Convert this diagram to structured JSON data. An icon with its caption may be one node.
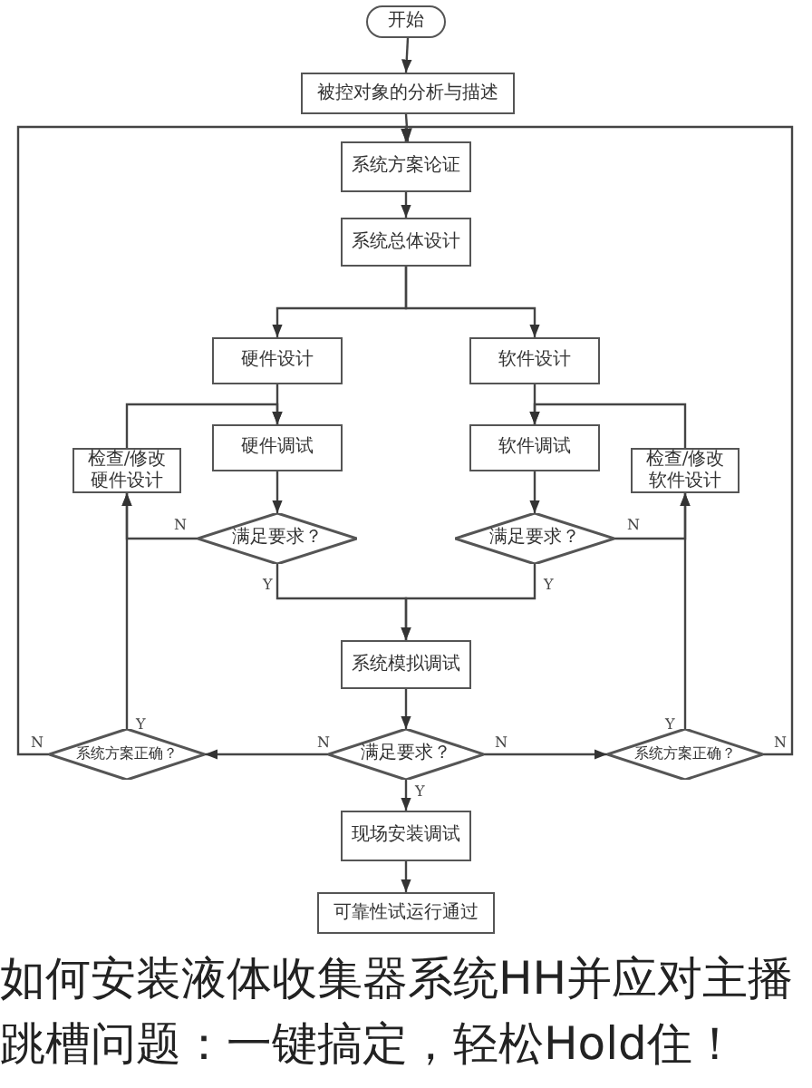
{
  "diagram": {
    "caption": "如何安装液体收集器系统HH并应对主播跳槽问题：一键搞定，轻松Hold住！",
    "nodes": [
      {
        "text": [
          "开始"
        ]
      },
      {
        "text": [
          "被控对象的分析与描述"
        ]
      },
      {
        "text": [
          "系统方案论证"
        ]
      },
      {
        "text": [
          "系统总体设计"
        ]
      },
      {
        "text": [
          "硬件设计"
        ]
      },
      {
        "text": [
          "软件设计"
        ]
      },
      {
        "text": [
          "硬件调试"
        ]
      },
      {
        "text": [
          "软件调试"
        ]
      },
      {
        "text": [
          "检查/修改硬件设计"
        ]
      },
      {
        "text": [
          "检查/修改软件设计"
        ]
      },
      {
        "text": [
          "满足要求？"
        ]
      },
      {
        "text": [
          "满足要求？"
        ]
      },
      {
        "text": [
          "系统模拟调试"
        ]
      },
      {
        "text": [
          "满足要求？"
        ]
      },
      {
        "text": [
          "系统方案正确？"
        ]
      },
      {
        "text": [
          "系统方案正确？"
        ]
      },
      {
        "text": [
          "现场安装调试"
        ]
      },
      {
        "text": [
          "可靠性试运行通过"
        ]
      }
    ],
    "edges": [
      {
        "from": 0,
        "to": 1,
        "arrow": "to"
      },
      {
        "from": 1,
        "to": 2,
        "arrow": "to"
      },
      {
        "from": 2,
        "to": 3,
        "arrow": "to"
      },
      {
        "from": 3,
        "to": 4,
        "arrow": "to"
      },
      {
        "from": 3,
        "to": 5,
        "arrow": "to"
      },
      {
        "from": 4,
        "to": 6,
        "arrow": "to"
      },
      {
        "from": 5,
        "to": 7,
        "arrow": "to"
      },
      {
        "from": 6,
        "to": 10,
        "arrow": "to"
      },
      {
        "from": 7,
        "to": 11,
        "arrow": "to"
      },
      {
        "from": 10,
        "to": 8,
        "arrow": "to",
        "label": "N"
      },
      {
        "from": 11,
        "to": 9,
        "arrow": "to",
        "label": "N"
      },
      {
        "from": 8,
        "to": 6,
        "arrow": "to"
      },
      {
        "from": 9,
        "to": 7,
        "arrow": "to"
      },
      {
        "from": 10,
        "to": 12,
        "arrow": "to",
        "label": "Y"
      },
      {
        "from": 11,
        "to": 12,
        "arrow": "to",
        "label": "Y"
      },
      {
        "from": 12,
        "to": 13,
        "arrow": "to"
      },
      {
        "from": 13,
        "to": 14,
        "arrow": "to",
        "label": "N"
      },
      {
        "from": 13,
        "to": 15,
        "arrow": "to",
        "label": "N"
      },
      {
        "from": 13,
        "to": 16,
        "arrow": "to",
        "label": "Y"
      },
      {
        "from": 14,
        "to": 8,
        "arrow": "to",
        "label": "Y"
      },
      {
        "from": 15,
        "to": 9,
        "arrow": "to",
        "label": "Y"
      },
      {
        "from": 14,
        "to": 2,
        "arrow": "to",
        "label": "N"
      },
      {
        "from": 15,
        "to": 2,
        "arrow": "to",
        "label": "N"
      },
      {
        "from": 16,
        "to": 17,
        "arrow": "to"
      }
    ]
  }
}
